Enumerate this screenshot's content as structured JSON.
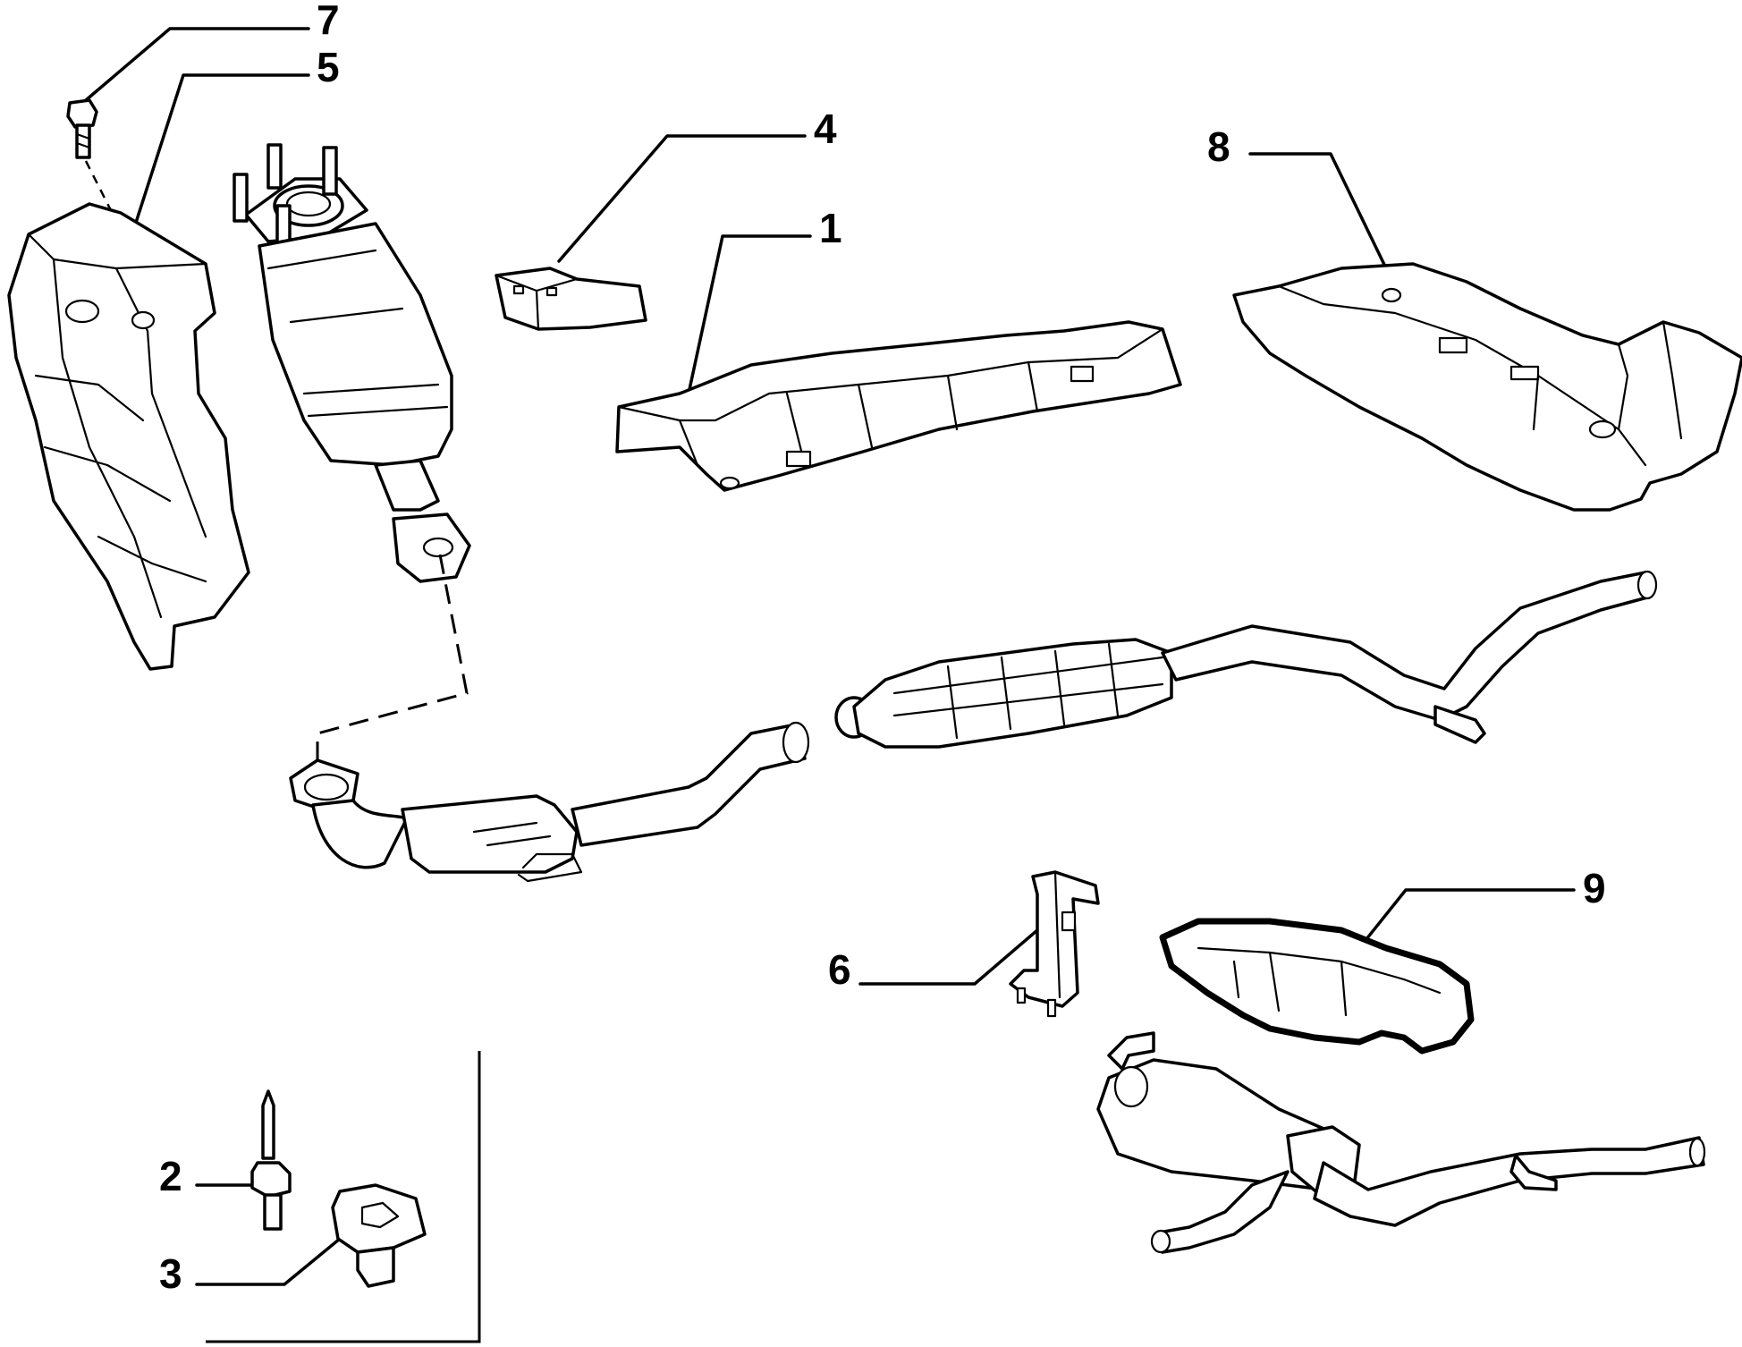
{
  "callouts": [
    {
      "id": "callout-7",
      "number": "7"
    },
    {
      "id": "callout-5",
      "number": "5"
    },
    {
      "id": "callout-4",
      "number": "4"
    },
    {
      "id": "callout-1",
      "number": "1"
    },
    {
      "id": "callout-8",
      "number": "8"
    },
    {
      "id": "callout-9",
      "number": "9"
    },
    {
      "id": "callout-6",
      "number": "6"
    },
    {
      "id": "callout-2",
      "number": "2"
    },
    {
      "id": "callout-3",
      "number": "3"
    }
  ]
}
